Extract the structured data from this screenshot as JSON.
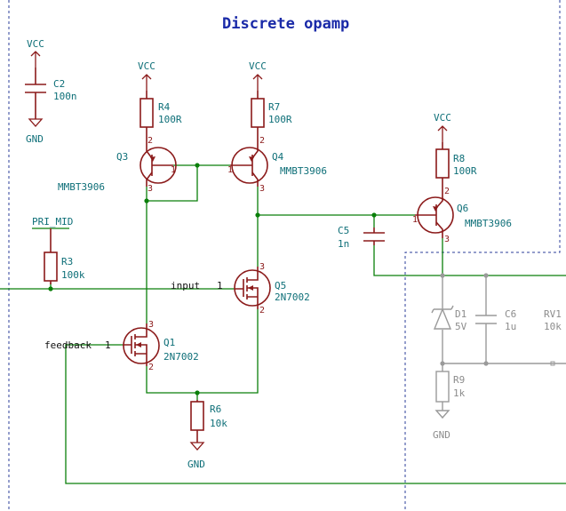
{
  "title": "Discrete opamp",
  "power": {
    "vcc": "VCC",
    "gnd": "GND"
  },
  "net_labels": {
    "pri_mid": "PRI_MID",
    "input": "input",
    "feedback": "feedback"
  },
  "components": {
    "C2": {
      "ref": "C2",
      "value": "100n"
    },
    "R4": {
      "ref": "R4",
      "value": "100R"
    },
    "R7": {
      "ref": "R7",
      "value": "100R"
    },
    "R8": {
      "ref": "R8",
      "value": "100R"
    },
    "Q3": {
      "ref": "Q3",
      "value": "MMBT3906"
    },
    "Q4": {
      "ref": "Q4",
      "value": "MMBT3906"
    },
    "Q6": {
      "ref": "Q6",
      "value": "MMBT3906"
    },
    "C5": {
      "ref": "C5",
      "value": "1n"
    },
    "R3": {
      "ref": "R3",
      "value": "100k"
    },
    "Q5": {
      "ref": "Q5",
      "value": "2N7002"
    },
    "Q1": {
      "ref": "Q1",
      "value": "2N7002"
    },
    "R6": {
      "ref": "R6",
      "value": "10k"
    },
    "D1": {
      "ref": "D1",
      "value": "5V"
    },
    "C6": {
      "ref": "C6",
      "value": "1u"
    },
    "RV1": {
      "ref": "RV1",
      "value": "10k"
    },
    "R9": {
      "ref": "R9",
      "value": "1k"
    }
  },
  "pins": {
    "p1": "1",
    "p2": "2",
    "p3": "3"
  },
  "colors": {
    "wire": "#0a7f0a",
    "component": "#8b1a1a",
    "text": "#0e6f78",
    "title": "#1a2aa8",
    "sheet_border": "#2b3c9a",
    "dimmed": "#9a9a9a"
  }
}
